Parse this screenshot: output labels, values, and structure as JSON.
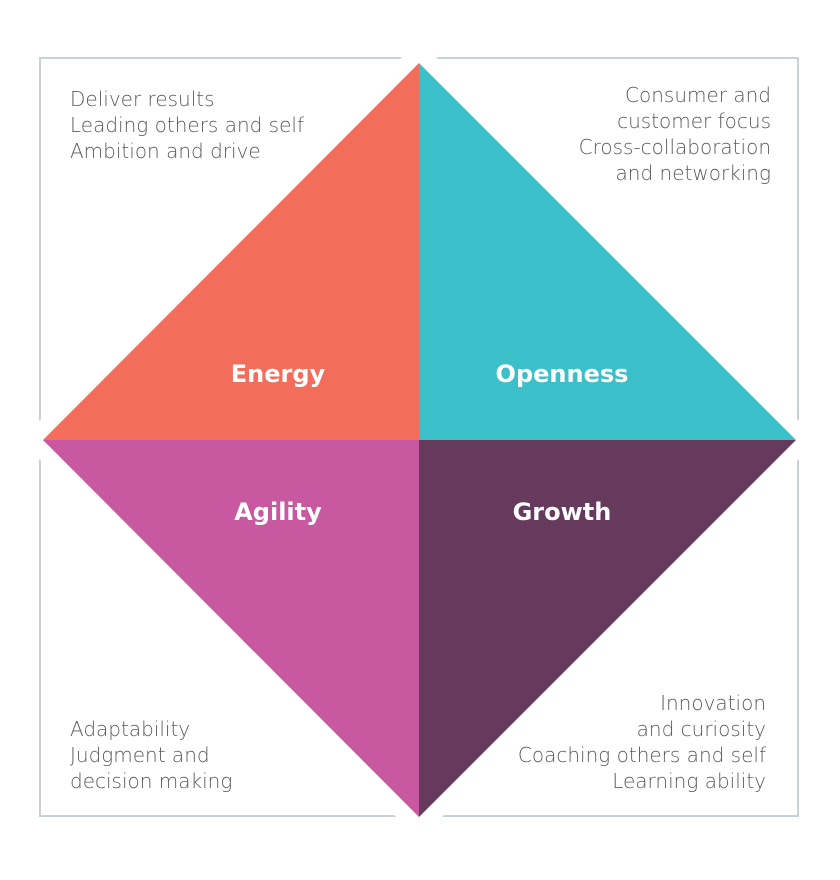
{
  "quadrants": {
    "energy": {
      "label": "Energy",
      "color": "#f26e5b",
      "items": [
        "Deliver results",
        "Leading others and self",
        "Ambition and drive"
      ]
    },
    "openness": {
      "label": "Openness",
      "color": "#3bbfc8",
      "items": [
        "Consumer and",
        "customer focus",
        "Cross-collaboration",
        "and networking"
      ]
    },
    "agility": {
      "label": "Agility",
      "color": "#c859a0",
      "items": [
        "Adaptability",
        "Judgment and",
        "decision making"
      ]
    },
    "growth": {
      "label": "Growth",
      "color": "#663a5c",
      "items": [
        "Innovation",
        "and curiosity",
        "Coaching others and self",
        "Learning ability"
      ]
    }
  },
  "frame_color": "#c9d0d6"
}
